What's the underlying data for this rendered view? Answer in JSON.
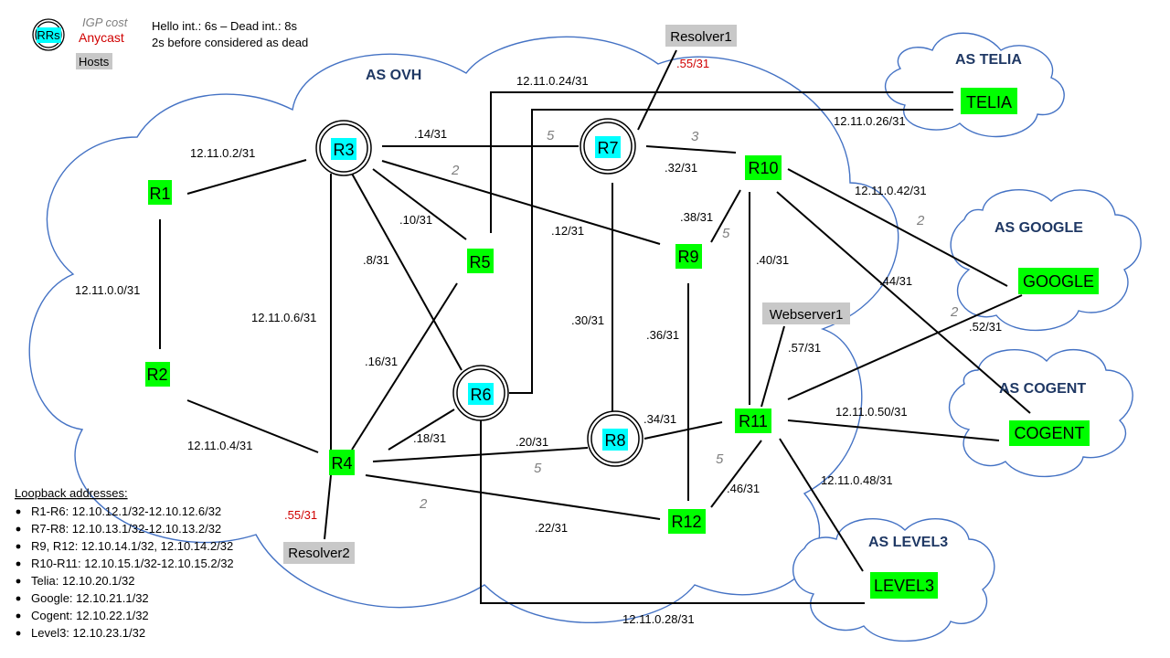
{
  "colors": {
    "router": "#00ff00",
    "route_reflector": "#00ffff",
    "host": "#c8c8c8",
    "cloud_stroke": "#4472c4",
    "as_label": "#1f3864",
    "anycast": "#d00000",
    "igp_cost": "#7f7f7f"
  },
  "legend": {
    "rrs": "RRs",
    "igp_cost": "IGP cost",
    "anycast": "Anycast",
    "hosts": "Hosts"
  },
  "timers": {
    "line1": "Hello int.: 6s – Dead int.: 8s",
    "line2": "2s before considered as dead"
  },
  "as_labels": {
    "ovh": "AS OVH",
    "telia": "AS TELIA",
    "google": "AS GOOGLE",
    "cogent": "AS COGENT",
    "level3": "AS LEVEL3"
  },
  "nodes": {
    "r1": "R1",
    "r2": "R2",
    "r3": "R3",
    "r4": "R4",
    "r5": "R5",
    "r6": "R6",
    "r7": "R7",
    "r8": "R8",
    "r9": "R9",
    "r10": "R10",
    "r11": "R11",
    "r12": "R12",
    "telia": "TELIA",
    "google": "GOOGLE",
    "cogent": "COGENT",
    "level3": "LEVEL3"
  },
  "hosts": {
    "resolver1": "Resolver1",
    "resolver2": "Resolver2",
    "webserver1": "Webserver1"
  },
  "link_labels": {
    "r1_r3": "12.11.0.2/31",
    "r1_r2": "12.11.0.0/31",
    "r3_r4": "12.11.0.6/31",
    "r2_r4": "12.11.0.4/31",
    "r3_r7": ".14/31",
    "r3_r5": ".10/31",
    "r3_r6": ".8/31",
    "r3_r9": ".12/31",
    "r4_r5": ".16/31",
    "r4_r6": ".18/31",
    "r4_r8": ".20/31",
    "r4_r12": ".22/31",
    "r7_r10": ".32/31",
    "r7_r8": ".30/31",
    "r9_r10": ".38/31",
    "r10_r11": ".40/31",
    "r9_r12": ".36/31",
    "r8_r11": ".34/31",
    "r11_r12": ".46/31",
    "r5_telia": "12.11.0.24/31",
    "r6_telia": "12.11.0.26/31",
    "r10_google": "12.11.0.42/31",
    "r10_cogent": ".44/31",
    "r11_google": ".52/31",
    "r11_cogent": "12.11.0.50/31",
    "r11_level3": "12.11.0.48/31",
    "r6_level3": "12.11.0.28/31",
    "web_r11": ".57/31",
    "resolver1": ".55/31",
    "resolver2": ".55/31"
  },
  "igp_costs": {
    "r3_r7": "5",
    "r7_r10": "3",
    "r3_r9": "2",
    "r9_r10": "5",
    "r4_r8": "5",
    "r4_r12": "2",
    "r11_r12": "5",
    "r10_google": "2",
    "r11_google": "2"
  },
  "loopbacks": {
    "title": "Loopback addresses:",
    "items": [
      "R1-R6: 12.10.12.1/32-12.10.12.6/32",
      "R7-R8: 12.10.13.1/32-12.10.13.2/32",
      "R9, R12: 12.10.14.1/32,  12.10.14.2/32",
      "R10-R11: 12.10.15.1/32-12.10.15.2/32",
      "Telia: 12.10.20.1/32",
      "Google: 12.10.21.1/32",
      "Cogent: 12.10.22.1/32",
      "Level3: 12.10.23.1/32"
    ]
  }
}
